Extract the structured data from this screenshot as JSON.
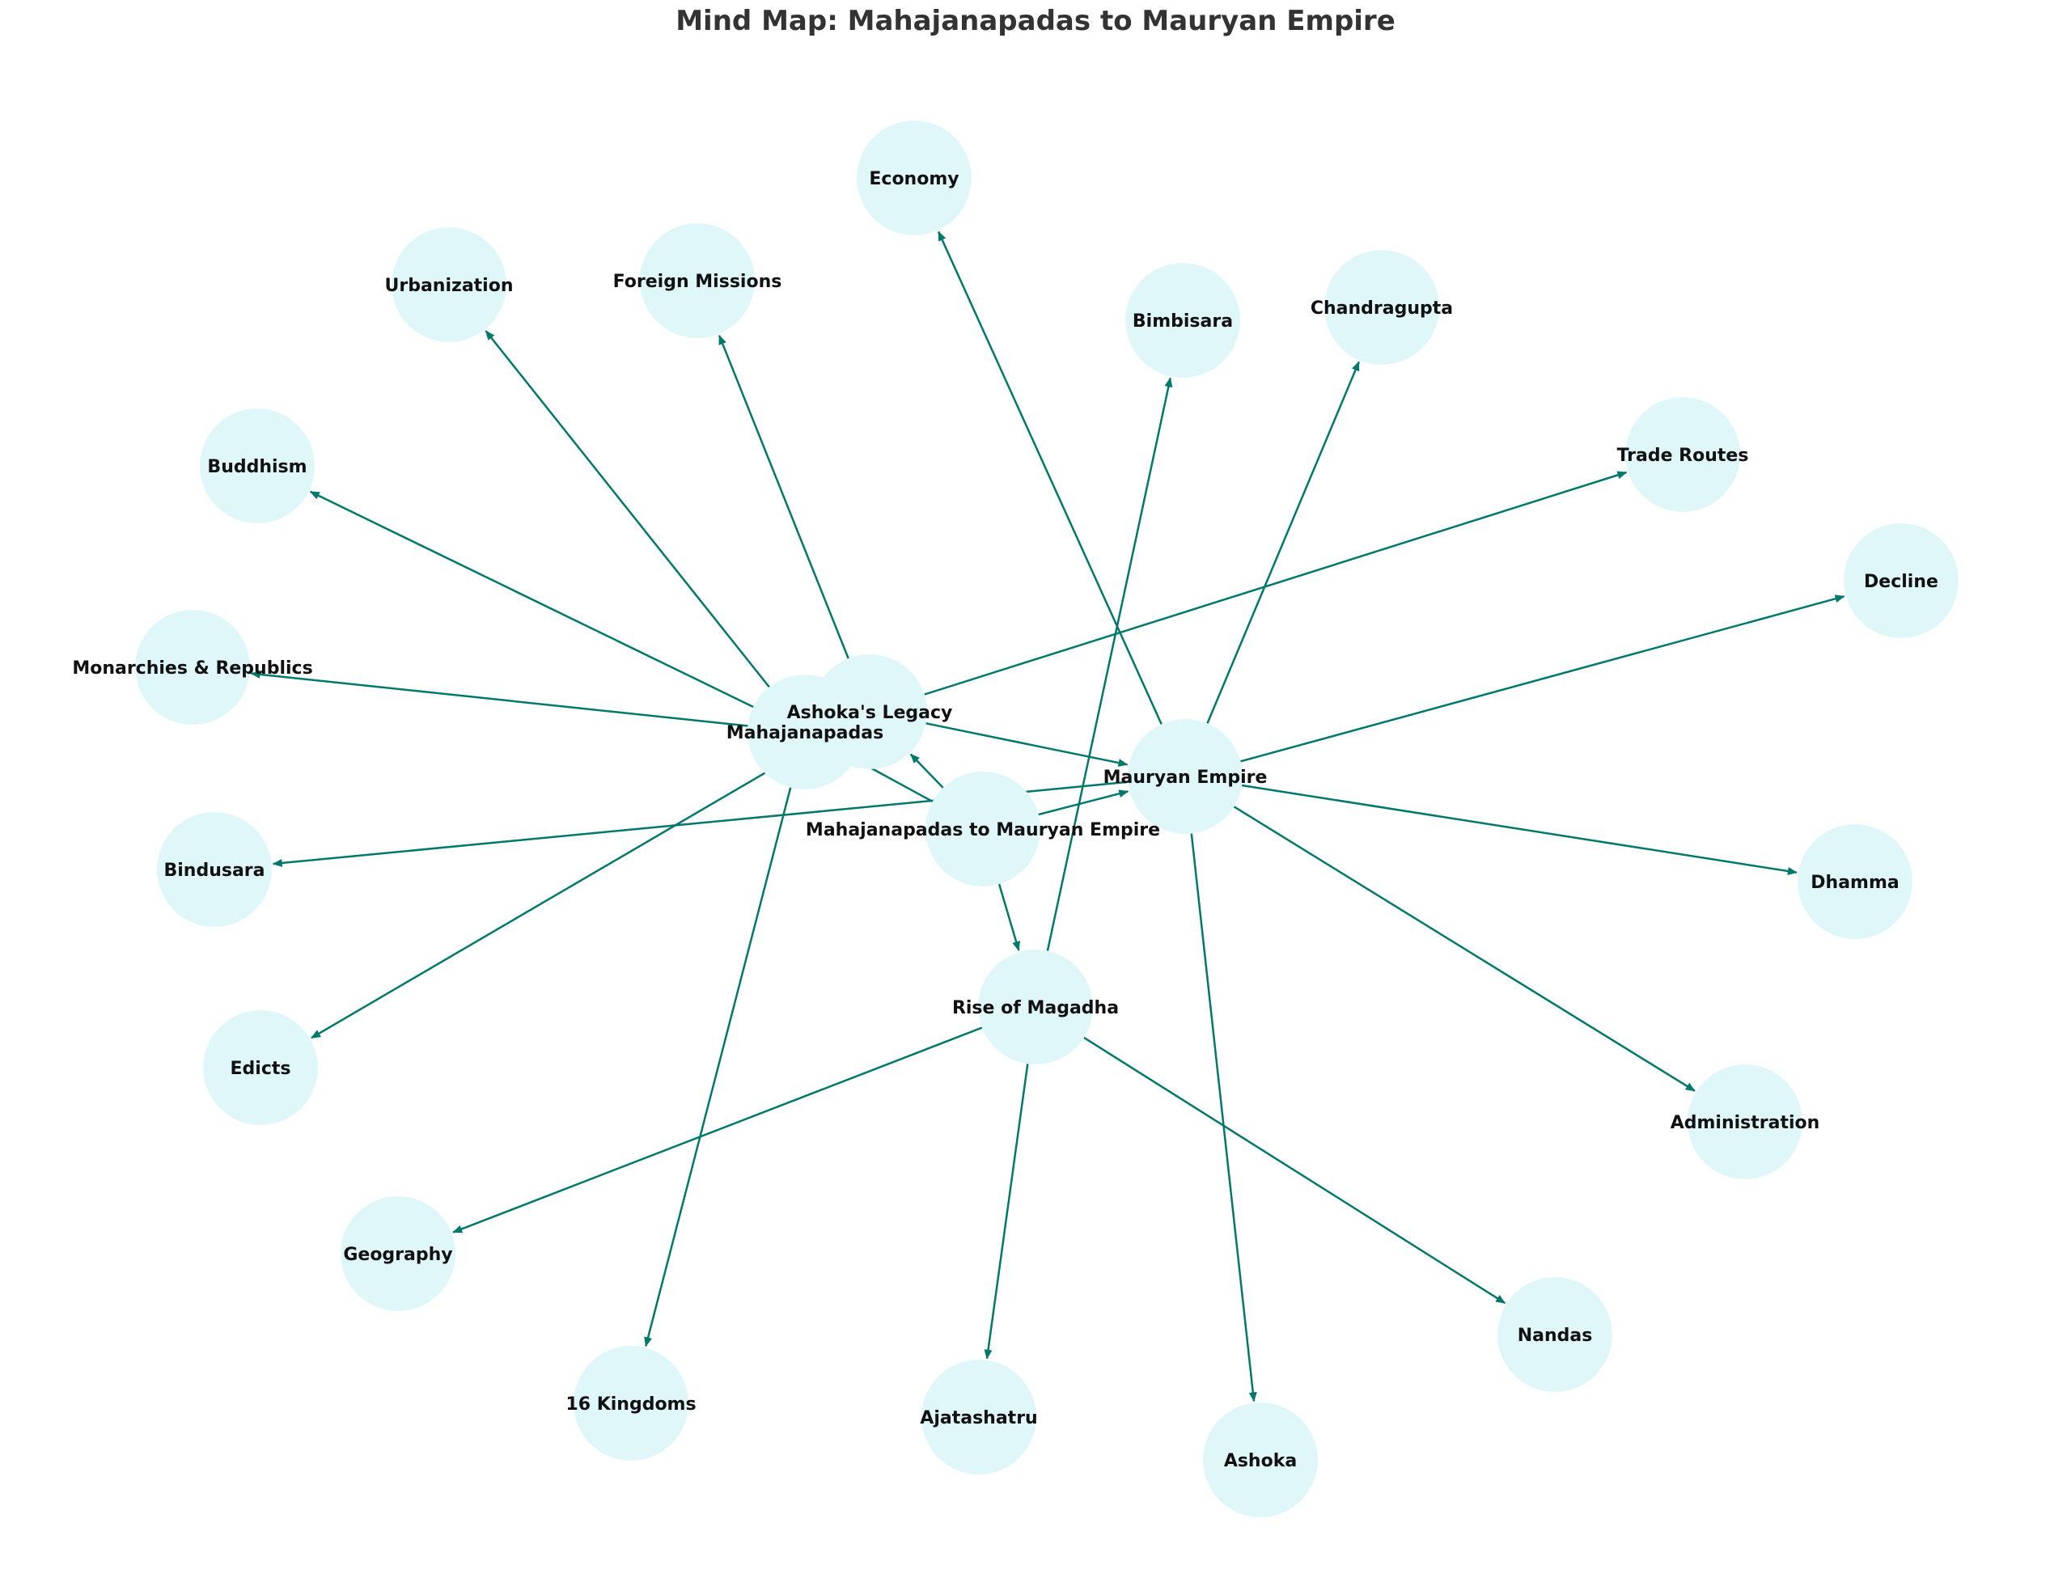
{
  "title": "Mind Map: Mahajanapadas to Mauryan Empire",
  "colors": {
    "node_fill": "#e0f7fa",
    "edge": "#00796b",
    "label": "#111111",
    "title": "#333333"
  },
  "nodes": [
    {
      "id": "root",
      "label": "Mahajanapadas to Mauryan Empire"
    },
    {
      "id": "mahajanapadas",
      "label": "Mahajanapadas"
    },
    {
      "id": "magadha",
      "label": "Rise of Magadha"
    },
    {
      "id": "mauryan",
      "label": "Mauryan Empire"
    },
    {
      "id": "legacy",
      "label": "Ashoka's Legacy"
    },
    {
      "id": "kingdoms16",
      "label": "16 Kingdoms"
    },
    {
      "id": "monarchies",
      "label": "Monarchies & Republics"
    },
    {
      "id": "urbanization",
      "label": "Urbanization"
    },
    {
      "id": "buddhism",
      "label": "Buddhism"
    },
    {
      "id": "edicts",
      "label": "Edicts"
    },
    {
      "id": "trade",
      "label": "Trade Routes"
    },
    {
      "id": "economy",
      "label": "Economy"
    },
    {
      "id": "bimbisara",
      "label": "Bimbisara"
    },
    {
      "id": "ajatashatru",
      "label": "Ajatashatru"
    },
    {
      "id": "nandas",
      "label": "Nandas"
    },
    {
      "id": "geography",
      "label": "Geography"
    },
    {
      "id": "chandragupta",
      "label": "Chandragupta"
    },
    {
      "id": "bindusara",
      "label": "Bindusara"
    },
    {
      "id": "ashoka",
      "label": "Ashoka"
    },
    {
      "id": "administration",
      "label": "Administration"
    },
    {
      "id": "dhamma",
      "label": "Dhamma"
    },
    {
      "id": "decline",
      "label": "Decline"
    },
    {
      "id": "foreign",
      "label": "Foreign Missions"
    }
  ],
  "edges": [
    [
      "root",
      "mahajanapadas"
    ],
    [
      "root",
      "magadha"
    ],
    [
      "root",
      "mauryan"
    ],
    [
      "root",
      "legacy"
    ],
    [
      "mahajanapadas",
      "kingdoms16"
    ],
    [
      "mahajanapadas",
      "monarchies"
    ],
    [
      "mahajanapadas",
      "urbanization"
    ],
    [
      "mahajanapadas",
      "buddhism"
    ],
    [
      "magadha",
      "bimbisara"
    ],
    [
      "magadha",
      "ajatashatru"
    ],
    [
      "magadha",
      "nandas"
    ],
    [
      "magadha",
      "geography"
    ],
    [
      "mauryan",
      "chandragupta"
    ],
    [
      "mauryan",
      "bindusara"
    ],
    [
      "mauryan",
      "ashoka"
    ],
    [
      "mauryan",
      "administration"
    ],
    [
      "mauryan",
      "economy"
    ],
    [
      "mauryan",
      "decline"
    ],
    [
      "mauryan",
      "dhamma"
    ],
    [
      "legacy",
      "edicts"
    ],
    [
      "legacy",
      "foreign"
    ],
    [
      "legacy",
      "trade"
    ],
    [
      "legacy",
      "mauryan"
    ]
  ]
}
